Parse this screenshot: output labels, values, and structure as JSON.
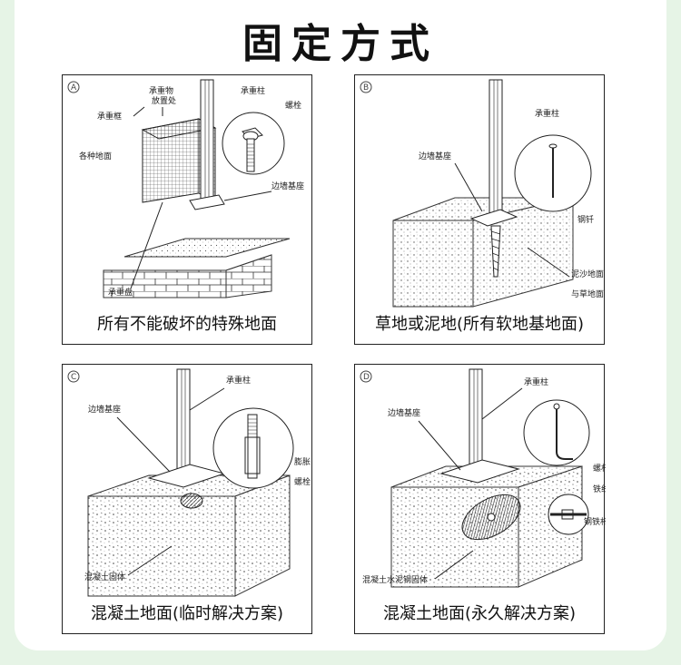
{
  "title": "固定方式",
  "panels": [
    {
      "letter": "A",
      "caption": "所有不能破坏的特殊地面",
      "labels": {
        "top_note_1": "承重物",
        "top_note_2": "放置处",
        "frame": "承重框",
        "post": "承重柱",
        "bolt": "螺栓",
        "ground": "各种地面",
        "base": "边墙基座",
        "tray": "承重盘"
      }
    },
    {
      "letter": "B",
      "caption": "草地或泥地(所有软地基地面)",
      "labels": {
        "post": "承重柱",
        "base": "边墙基座",
        "nail": "钢钎",
        "soil_1": "泥沙地面",
        "soil_2": "与草地面"
      }
    },
    {
      "letter": "C",
      "caption": "混凝土地面(临时解决方案)",
      "labels": {
        "post": "承重柱",
        "base": "边墙基座",
        "bolt_1": "膨胀",
        "bolt_2": "螺栓",
        "block": "混凝土固体"
      }
    },
    {
      "letter": "D",
      "caption": "混凝土地面(永久解决方案)",
      "labels": {
        "post": "承重柱",
        "base": "边墙基座",
        "screw": "螺杆",
        "wire": "铁线",
        "rod": "钢铁杆",
        "block": "混凝土水泥钢固体"
      }
    }
  ]
}
